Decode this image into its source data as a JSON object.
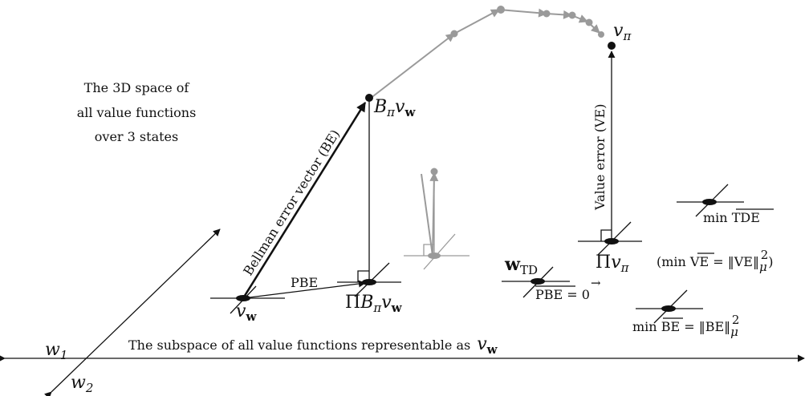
{
  "space_caption": [
    "The 3D space of",
    "all value functions",
    "over 3 states"
  ],
  "subspace_caption": "The subspace of all value functions representable as",
  "axes": {
    "w1": "w",
    "w1_sub": "1",
    "w2": "w",
    "w2_sub": "2"
  },
  "points": {
    "v_w": {
      "main": "v",
      "sub": "w"
    },
    "b_pi_v_w": {
      "B": "B",
      "pi": "π",
      "v": "v",
      "w": "w"
    },
    "pi_b_pi_v_w": {
      "Pi": "Π",
      "B": "B",
      "pi": "π",
      "v": "v",
      "w": "w"
    },
    "v_pi": {
      "v": "v",
      "pi": "π"
    },
    "pi_v_pi": {
      "Pi": "Π",
      "v": "v",
      "pi": "π"
    },
    "w_td": {
      "w": "w",
      "sub": "TD"
    }
  },
  "vectors": {
    "bellman_error": "Bellman error vector (BE)",
    "pbe": "PBE",
    "value_error": "Value error (VE)"
  },
  "equations": {
    "min_ve": {
      "open": "(min ",
      "ve": "VE",
      "eq": " = ‖VE‖",
      "sub": "μ",
      "sup": "2",
      "close": ")"
    },
    "pbe_zero": {
      "pbe": "PBE = ",
      "zero": "0",
      "arrow": "→"
    },
    "min_tde": {
      "min": "min ",
      "tde": "TDE"
    },
    "min_be": {
      "min": "min ",
      "be": "BE",
      "eq": " = ‖BE‖",
      "sub": "μ",
      "sup": "2"
    }
  }
}
